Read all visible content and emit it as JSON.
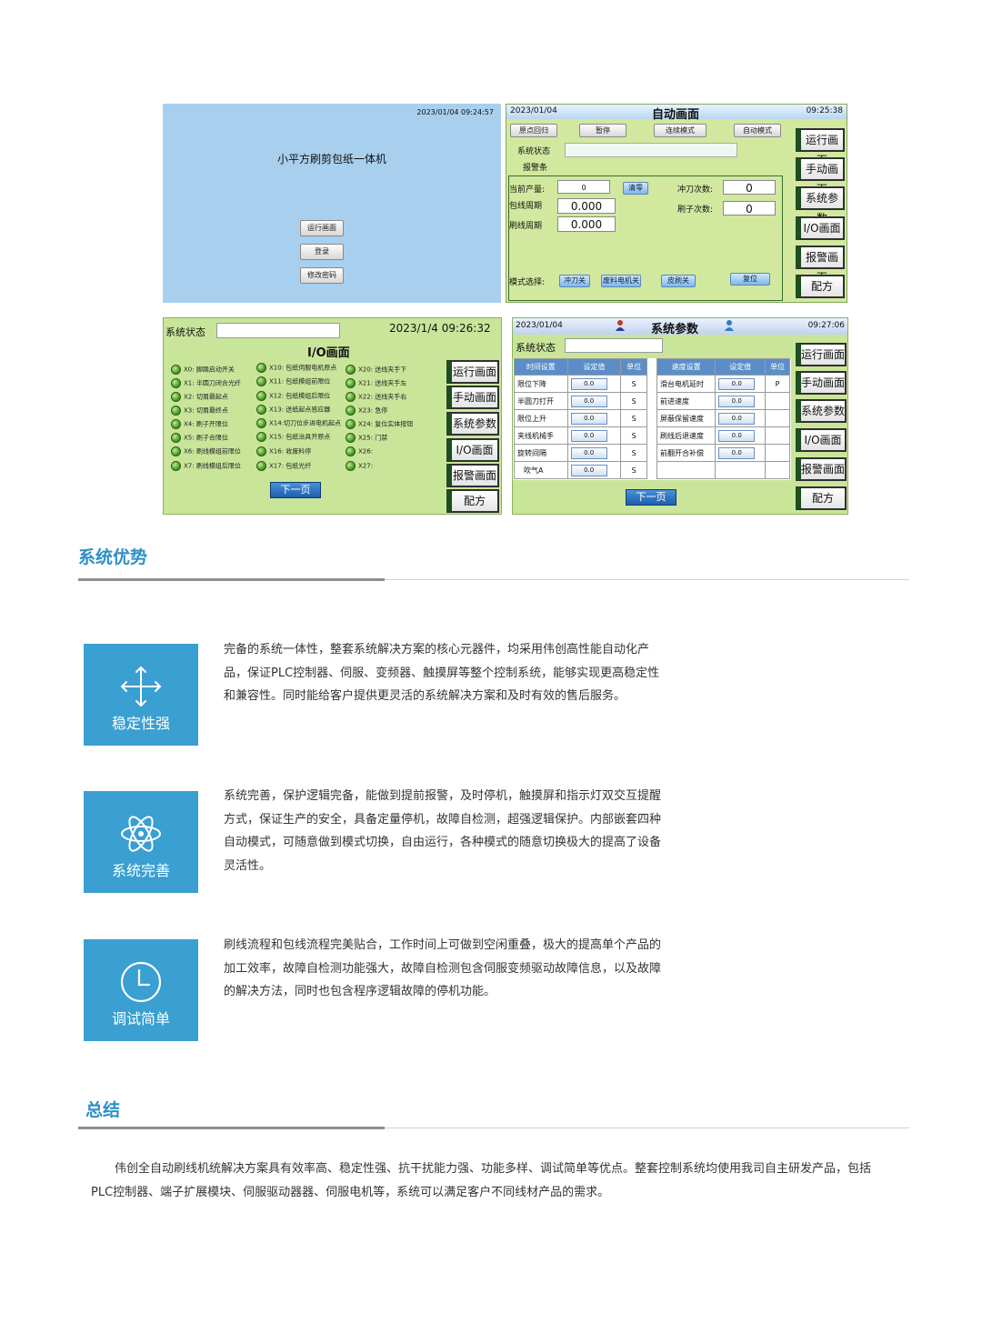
{
  "panel1": {
    "datetime": "2023/01/04 09:24:57",
    "title": "小平方刷剪包纸一体机",
    "buttons": [
      "运行画面",
      "登录",
      "修改密码"
    ]
  },
  "panel2": {
    "date": "2023/01/04",
    "title": "自动画面",
    "time": "09:25:38",
    "top_buttons": [
      "原点回归",
      "暂停",
      "连续模式",
      "自动模式"
    ],
    "status_label": "系统状态",
    "alarm_label": "报警条",
    "output_label": "当前产量:",
    "output_value": "0",
    "clear_button": "清零",
    "wrap_label": "包线周期",
    "wrap_value": "0.000",
    "brush_label": "刷线周期",
    "brush_value": "0.000",
    "punch_label": "冲刀次数:",
    "punch_value": "0",
    "brush_count_label": "刷子次数:",
    "brush_count_value": "0",
    "mode_label": "模式选择:",
    "mode_buttons": [
      "冲刀关",
      "废料电机关",
      "皮刷关",
      "复位"
    ],
    "side_buttons": [
      "运行画面",
      "手动画面",
      "系统参数",
      "I/O画面",
      "报警画面",
      "配方"
    ]
  },
  "panel3": {
    "status_label": "系统状态",
    "datetime": "2023/1/4 09:26:32",
    "title": "I/O画面",
    "col1": [
      "X0: 脚踏启动开关",
      "X1: 半圆刀闭合光纤",
      "X2: 切屑最起点",
      "X3: 切屑最终点",
      "X4: 刷子开限位",
      "X5: 刷子合限位",
      "X6: 刷线模组前限位",
      "X7: 刷线模组后限位"
    ],
    "col2": [
      "X10: 包纸伺服电机原点",
      "X11: 包纸模组前限位",
      "X12: 包纸模组后限位",
      "X13: 送纸起点感应器",
      "X14:切刀位步进电机起点",
      "X15: 包纸治具开原点",
      "X16: 收废料停",
      "X17: 包纸光纤"
    ],
    "col3": [
      "X20: 送线夹手下",
      "X21: 送线夹手左",
      "X22: 送线夹手右",
      "X23: 急停",
      "X24: 复位实体按钮",
      "X25: 门禁",
      "X26:",
      "X27:"
    ],
    "next_button": "下一页",
    "side_buttons": [
      "运行画面",
      "手动画面",
      "系统参数",
      "I/O画面",
      "报警画面",
      "配方"
    ]
  },
  "panel4": {
    "date": "2023/01/04",
    "title": "系统参数",
    "time": "09:27:06",
    "status_label": "系统状态",
    "left_headers": [
      "时间设置",
      "设定值",
      "单位"
    ],
    "left_rows": [
      {
        "name": "限位下降",
        "value": "0.0",
        "unit": "S"
      },
      {
        "name": "半圆刀打开",
        "value": "0.0",
        "unit": "S"
      },
      {
        "name": "限位上升",
        "value": "0.0",
        "unit": "S"
      },
      {
        "name": "夹线机械手",
        "value": "0.0",
        "unit": "S"
      },
      {
        "name": "旋转间隔",
        "value": "0.0",
        "unit": "S"
      },
      {
        "name": "吹气A",
        "value": "0.0",
        "unit": "S"
      }
    ],
    "right_headers": [
      "速度设置",
      "设定值",
      "单位"
    ],
    "right_rows": [
      {
        "name": "滑台电机延时",
        "value": "0.0",
        "unit": "P"
      },
      {
        "name": "前进速度",
        "value": "0.0",
        "unit": ""
      },
      {
        "name": "屏蔽保留速度",
        "value": "0.0",
        "unit": ""
      },
      {
        "name": "刷线后退速度",
        "value": "0.0",
        "unit": ""
      },
      {
        "name": "前翻开合补偿",
        "value": "0.0",
        "unit": ""
      },
      {
        "name": "",
        "value": "",
        "unit": ""
      }
    ],
    "next_button": "下一页",
    "side_buttons": [
      "运行画面",
      "手动画面",
      "系统参数",
      "I/O画面",
      "报警画面",
      "配方"
    ]
  },
  "advantages": {
    "title": "系统优势",
    "items": [
      {
        "label": "稳定性强",
        "icon": "move-arrows-icon",
        "text": "完备的系统一体性，整套系统解决方案的核心元器件，均采用伟创高性能自动化产品，保证PLC控制器、伺服、变频器、触摸屏等整个控制系统，能够实现更高稳定性和兼容性。同时能给客户提供更灵活的系统解决方案和及时有效的售后服务。"
      },
      {
        "label": "系统完善",
        "icon": "atom-icon",
        "text": "系统完善，保护逻辑完备，能做到提前报警，及时停机，触摸屏和指示灯双交互提醒方式，保证生产的安全，具备定量停机，故障自检测，超强逻辑保护。内部嵌套四种自动模式，可随意做到模式切换，自由运行，各种模式的随意切换极大的提高了设备灵活性。"
      },
      {
        "label": "调试简单",
        "icon": "clock-icon",
        "text": "刷线流程和包线流程完美贴合，工作时间上可做到空闲重叠，极大的提高单个产品的加工效率，故障自检测功能强大，故障自检测包含伺服变频驱动故障信息，以及故障的解决方法，同时也包含程序逻辑故障的停机功能。"
      }
    ]
  },
  "summary": {
    "title": "总结",
    "text": "伟创全自动刷线机统解决方案具有效率高、稳定性强、抗干扰能力强、功能多样、调试简单等优点。整套控制系统均使用我司自主研发产品，包括PLC控制器、端子扩展模块、伺服驱动器器、伺服电机等，系统可以满足客户不同线材产品的需求。"
  },
  "colors": {
    "accent": "#3a9fd1",
    "title": "#2f8fc5",
    "hmi_green": "#c9e59a",
    "hmi_blue": "#a9cfee"
  }
}
